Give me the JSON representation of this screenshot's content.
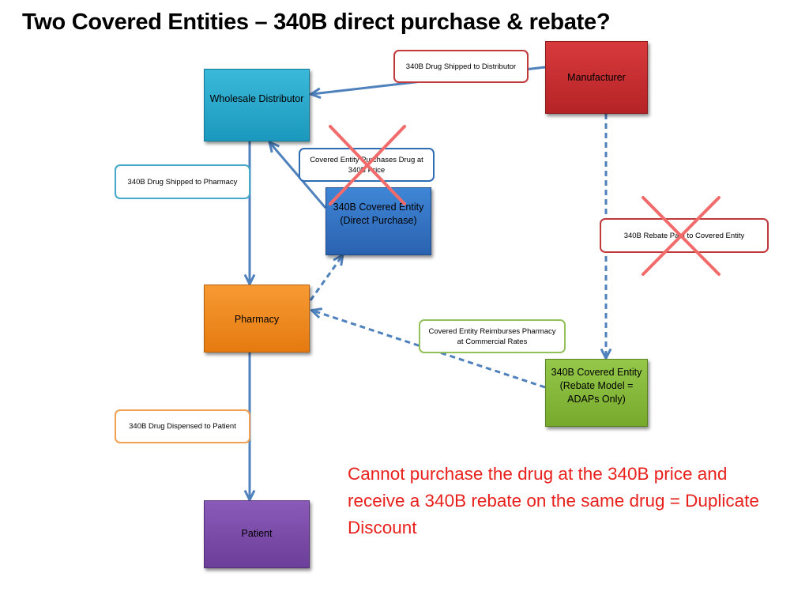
{
  "title": "Two Covered Entities – 340B direct purchase & rebate?",
  "nodes": {
    "manufacturer": {
      "label": "Manufacturer",
      "color": "#c0292b"
    },
    "wholesale": {
      "label": "Wholesale Distributor",
      "color": "#23a6c9"
    },
    "direct": {
      "label": "340B Covered Entity (Direct Purchase)",
      "color": "#2f6fbf"
    },
    "pharmacy": {
      "label": "Pharmacy",
      "color": "#f0861b"
    },
    "rebate": {
      "label": "340B Covered Entity (Rebate Model = ADAPs Only)",
      "color": "#84b637"
    },
    "patient": {
      "label": "Patient",
      "color": "#7a4aa7"
    }
  },
  "edge_labels": {
    "shipped_to_distributor": {
      "text": "340B Drug Shipped to Distributor",
      "color": "#c0393b"
    },
    "purchase_340b_price": {
      "text": "Covered Entity Purchases  Drug at 340B Price",
      "color": "#2e6db4"
    },
    "shipped_to_pharmacy": {
      "text": "340B Drug Shipped to Pharmacy",
      "color": "#45a7c9"
    },
    "rebate_paid": {
      "text": "340B Rebate Paid to Covered Entity",
      "color": "#c0393b"
    },
    "reimburses_pharmacy": {
      "text": "Covered Entity Reimburses Pharmacy at Commercial Rates",
      "color": "#92c05a"
    },
    "dispensed_to_patient": {
      "text": "340B Drug Dispensed to Patient",
      "color": "#f0a050"
    }
  },
  "note": "Cannot purchase the drug at the 340B price and receive a 340B rebate on the same drug = Duplicate Discount",
  "colors": {
    "arrow": "#4f81bd",
    "cross": "#f26b6b",
    "note_text": "#e8211d"
  }
}
